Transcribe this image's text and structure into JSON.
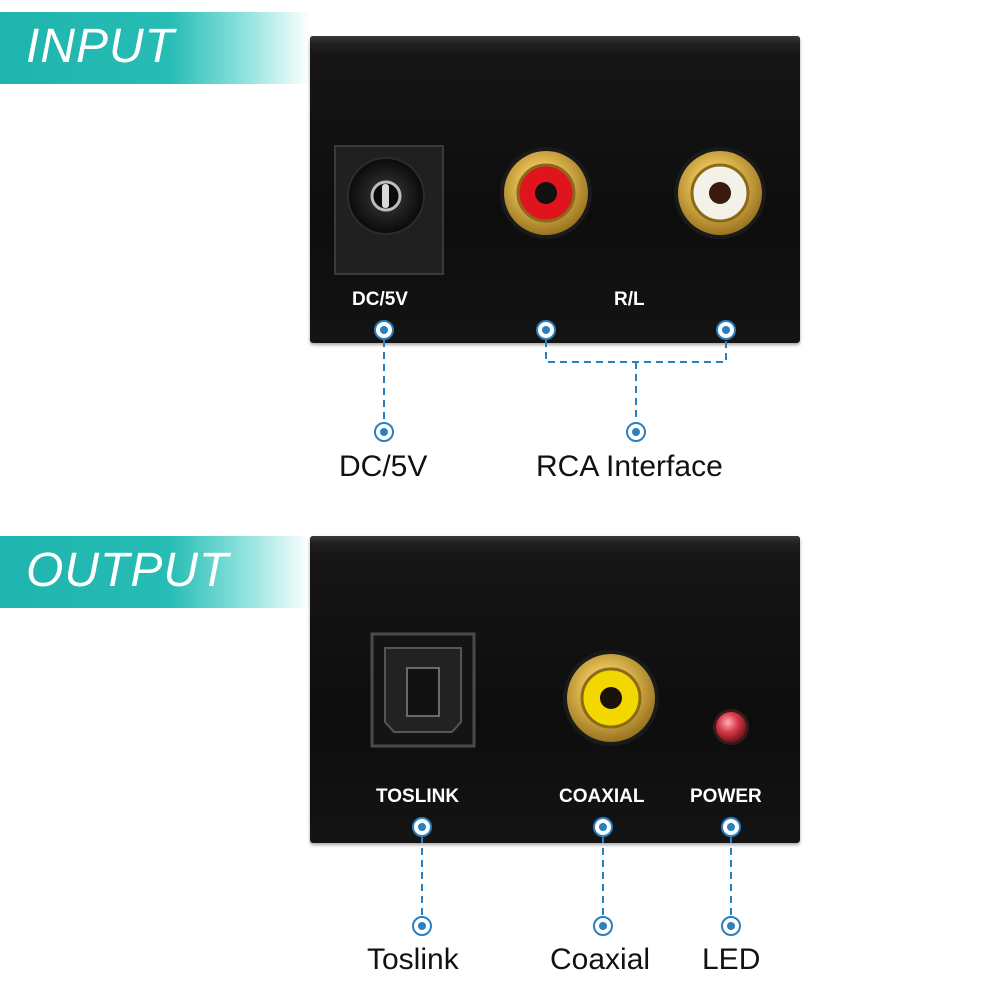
{
  "input_section": {
    "title": "INPUT",
    "panel_labels": {
      "dc": "DC/5V",
      "rl": "R/L"
    },
    "captions": {
      "dc": "DC/5V",
      "rca": "RCA Interface"
    },
    "jack_colors": {
      "right": "#e0141c",
      "left": "#f4f1e8"
    }
  },
  "output_section": {
    "title": "OUTPUT",
    "panel_labels": {
      "toslink": "TOSLINK",
      "coaxial": "COAXIAL",
      "power": "POWER"
    },
    "captions": {
      "toslink": "Toslink",
      "coaxial": "Coaxial",
      "led": "LED"
    },
    "jack_colors": {
      "coaxial": "#f2d800",
      "led": "#d83a4a"
    }
  },
  "colors": {
    "accent": "#1fb4ad",
    "callout": "#2a7fc1",
    "panel": "#0d0d0d",
    "gold": "#d4aa3a"
  }
}
